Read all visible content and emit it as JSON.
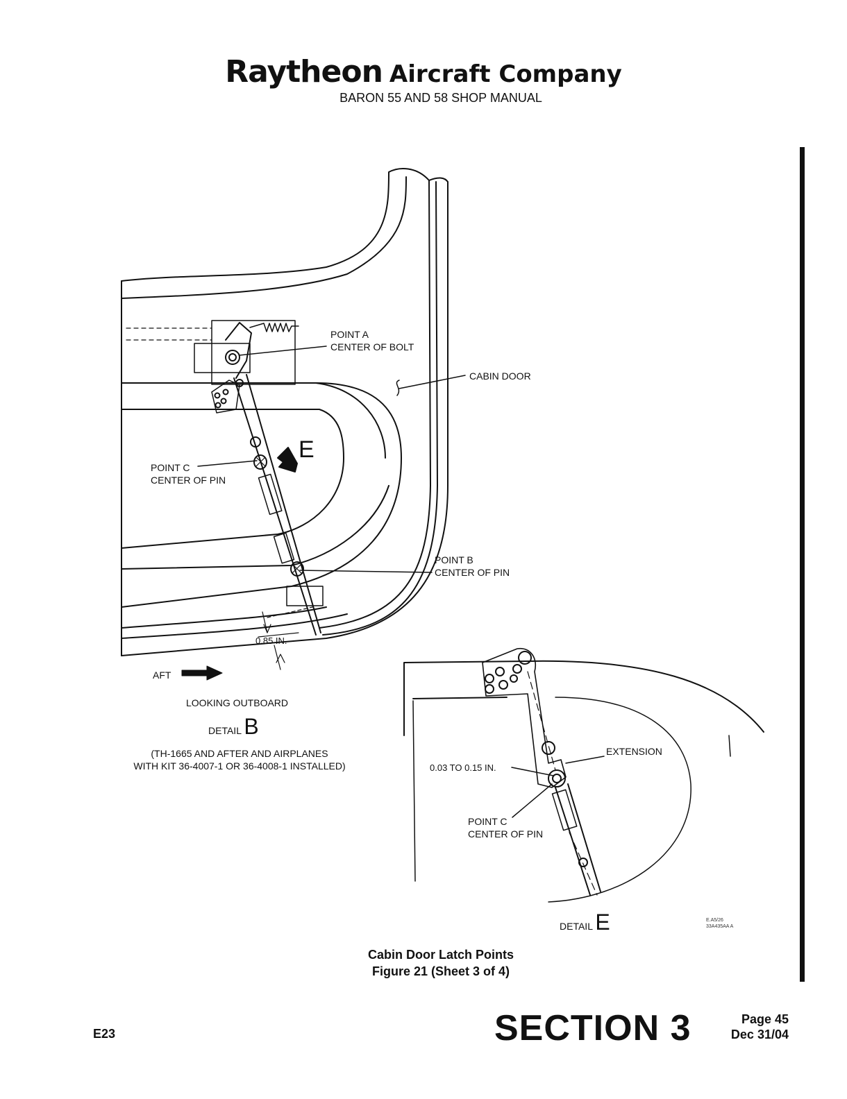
{
  "header": {
    "brand": "Raytheon",
    "brand_sub": "Aircraft Company",
    "manual": "BARON 55 AND 58 SHOP MANUAL"
  },
  "detail_b": {
    "point_a_line1": "POINT A",
    "point_a_line2": "CENTER OF BOLT",
    "cabin_door": "CABIN DOOR",
    "point_c_line1": "POINT C",
    "point_c_line2": "CENTER OF PIN",
    "point_b_line1": "POINT B",
    "point_b_line2": "CENTER OF PIN",
    "callout_e": "E",
    "dimension": "0.85 IN.",
    "aft": "AFT",
    "looking": "LOOKING OUTBOARD",
    "detail_word": "DETAIL",
    "detail_letter": "B",
    "effectivity_line1": "(TH-1665 AND AFTER AND AIRPLANES",
    "effectivity_line2": "WITH KIT 36-4007-1 OR 36-4008-1 INSTALLED)"
  },
  "detail_e": {
    "extension": "EXTENSION",
    "clearance": "0.03 TO 0.15 IN.",
    "point_c_line1": "POINT C",
    "point_c_line2": "CENTER OF PIN",
    "detail_word": "DETAIL",
    "detail_letter": "E",
    "drawing_no_line1": "E.A5/26",
    "drawing_no_line2": "33A435AA A"
  },
  "caption": {
    "line1": "Cabin Door Latch Points",
    "line2": "Figure 21 (Sheet 3 of 4)"
  },
  "footer": {
    "effectivity": "E23",
    "section": "SECTION 3",
    "page": "Page 45",
    "date": "Dec 31/04"
  }
}
